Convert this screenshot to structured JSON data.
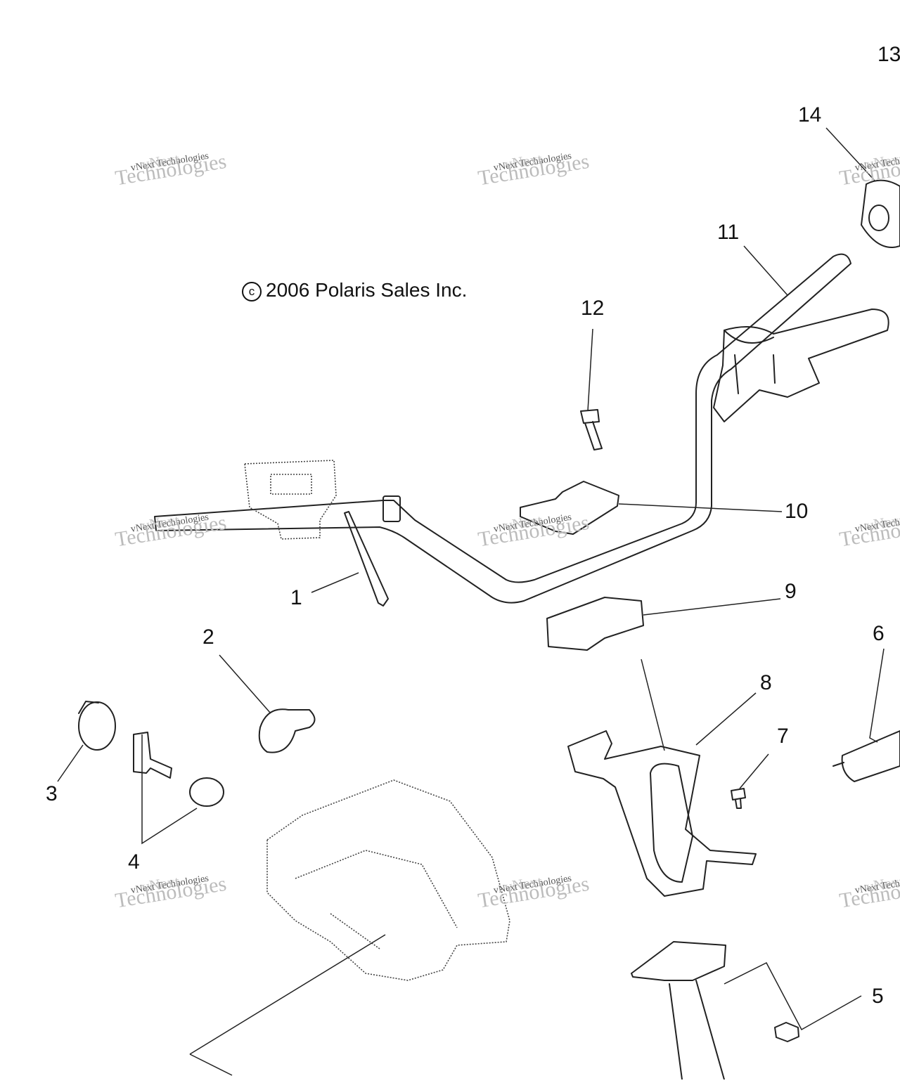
{
  "copyright": {
    "symbol": "c",
    "text": "2006 Polaris Sales Inc."
  },
  "watermark": {
    "line1": "vNext",
    "line2": "vNext Technologies",
    "line3": "Technologies"
  },
  "callouts": [
    "1",
    "2",
    "3",
    "4",
    "5",
    "6",
    "7",
    "8",
    "9",
    "10",
    "11",
    "12",
    "13",
    "14"
  ]
}
